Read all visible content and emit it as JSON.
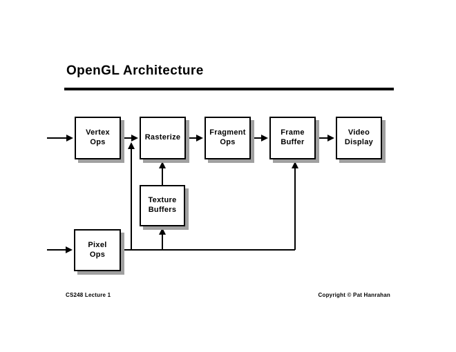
{
  "slide": {
    "title": "OpenGL Architecture",
    "footer_left": "CS248 Lecture 1",
    "footer_right": "Copyright © Pat Hanrahan"
  },
  "diagram": {
    "nodes": [
      {
        "id": "vertex-ops",
        "label": "Vertex\nOps"
      },
      {
        "id": "rasterize",
        "label": "Rasterize"
      },
      {
        "id": "fragment-ops",
        "label": "Fragment\nOps"
      },
      {
        "id": "frame-buffer",
        "label": "Frame\nBuffer"
      },
      {
        "id": "video-display",
        "label": "Video\nDisplay"
      },
      {
        "id": "texture-buffers",
        "label": "Texture\nBuffers"
      },
      {
        "id": "pixel-ops",
        "label": "Pixel\nOps"
      }
    ],
    "edges": [
      {
        "from": "input",
        "to": "vertex-ops"
      },
      {
        "from": "vertex-ops",
        "to": "rasterize"
      },
      {
        "from": "rasterize",
        "to": "fragment-ops"
      },
      {
        "from": "fragment-ops",
        "to": "frame-buffer"
      },
      {
        "from": "frame-buffer",
        "to": "video-display"
      },
      {
        "from": "input",
        "to": "pixel-ops"
      },
      {
        "from": "pixel-ops",
        "to": "vertex-rasterize-stream"
      },
      {
        "from": "pixel-ops",
        "to": "texture-buffers"
      },
      {
        "from": "texture-buffers",
        "to": "rasterize"
      },
      {
        "from": "pixel-ops",
        "to": "frame-buffer"
      }
    ]
  },
  "colors": {
    "background": "#ffffff",
    "line": "#000000",
    "box_fill": "#ffffff",
    "shadow": "#a0a0a0",
    "text": "#000000"
  }
}
